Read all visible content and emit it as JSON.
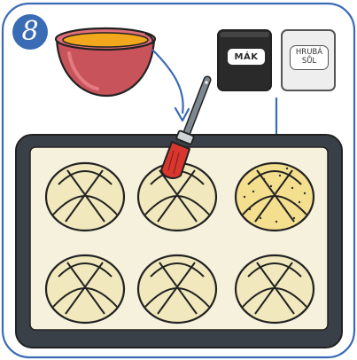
{
  "step": {
    "number": "8"
  },
  "jars": [
    {
      "label": "MÁK",
      "color": "#2a2a2a"
    },
    {
      "label_line1": "HRUBÁ",
      "label_line2": "SŮL",
      "color": "#eeeeee"
    }
  ],
  "colors": {
    "accent": "#3a6bb5",
    "bowl": "#c9535b",
    "egg": "#f2a81d",
    "tray": "#3a4048",
    "paper": "#f6f1dc",
    "dough": "#f1e9bd",
    "brush_handle": "#7d8790",
    "brush_bristles": "#d9362f"
  }
}
